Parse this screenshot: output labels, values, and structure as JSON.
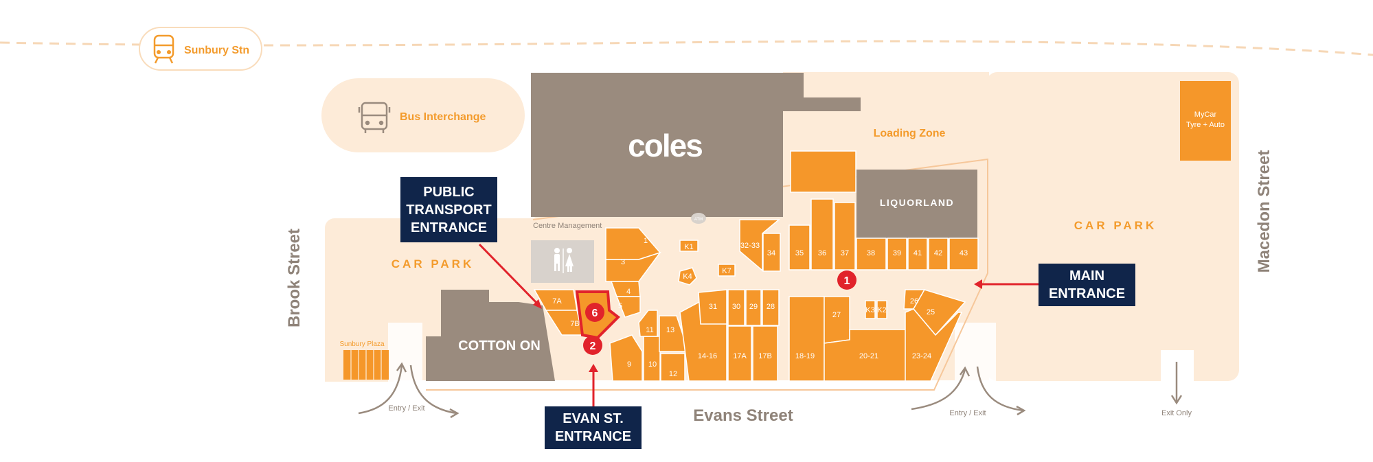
{
  "station": {
    "label": "Sunbury Stn",
    "icon": "train-icon"
  },
  "bus": {
    "label": "Bus Interchange",
    "icon": "bus-icon"
  },
  "anchors": {
    "coles": "coles",
    "cotton_on": "COTTON ON",
    "liquorland": "LIQUORLAND",
    "mycar": [
      "MyCar",
      "Tyre + Auto"
    ],
    "sunbury_plaza": "Sunbury Plaza",
    "centre_management": "Centre Management",
    "atm": "ATM",
    "toilets_icon": "toilets-icon"
  },
  "zones": {
    "loading_zone": "Loading Zone",
    "car_park_left": "CAR PARK",
    "car_park_right": "CAR PARK"
  },
  "streets": {
    "brook": "Brook Street",
    "macedon": "Macedon Street",
    "evans": "Evans Street"
  },
  "traffic": {
    "entry_exit_left": "Entry / Exit",
    "entry_exit_right": "Entry / Exit",
    "exit_only": "Exit Only"
  },
  "entrances": {
    "public_transport": [
      "PUBLIC",
      "TRANSPORT",
      "ENTRANCE"
    ],
    "main": [
      "MAIN",
      "ENTRANCE"
    ],
    "evan_st": [
      "EVAN ST.",
      "ENTRANCE"
    ]
  },
  "markers": {
    "m1": "1",
    "m2": "2",
    "m6": "6"
  },
  "units": {
    "u1": "1",
    "u3": "3",
    "u4": "4",
    "u5": "5",
    "u7a": "7A",
    "u7b": "7B",
    "u9": "9",
    "u10": "10",
    "u11": "11",
    "u12": "12",
    "u13": "13",
    "u14_16": "14-16",
    "u17a": "17A",
    "u17b": "17B",
    "u18_19": "18-19",
    "u20_21": "20-21",
    "u23_24": "23-24",
    "u25": "25",
    "u26": "26",
    "u27": "27",
    "u28": "28",
    "u29": "29",
    "u30": "30",
    "u31": "31",
    "u32_33": "32-33",
    "u34": "34",
    "u35": "35",
    "u36": "36",
    "u37": "37",
    "u38": "38",
    "u39": "39",
    "u41": "41",
    "u42": "42",
    "u43": "43",
    "k1": "K1",
    "k2": "K2",
    "k3": "K3",
    "k4": "K4",
    "k7": "K7"
  },
  "colors": {
    "orange": "#f5972a",
    "pale": "#fdebd8",
    "grey": "#9a8b7e",
    "navy": "#10254a",
    "red": "#e1232b",
    "street_text": "#8f8379"
  }
}
